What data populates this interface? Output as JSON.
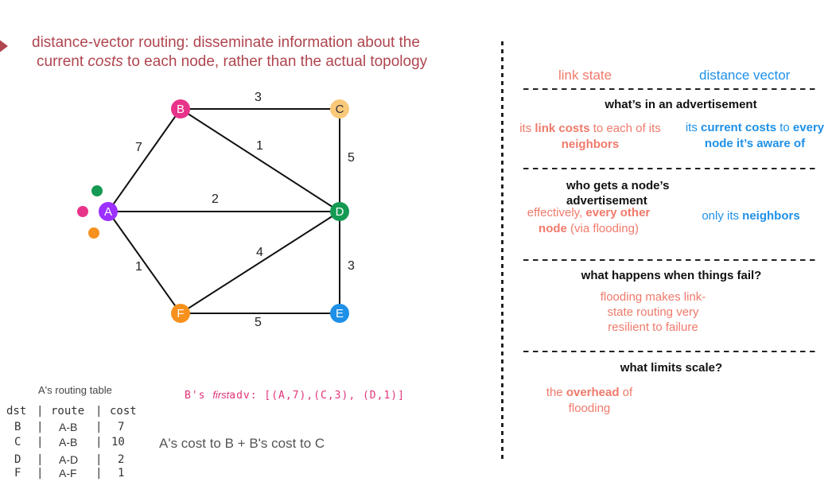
{
  "title": {
    "line1": "distance-vector routing: disseminate information about the",
    "line2_pre": "current ",
    "line2_em": "costs",
    "line2_post": " to each node, rather than the actual topology"
  },
  "graph": {
    "nodes": [
      {
        "id": "A",
        "color": "#9b30ff",
        "label_color": "#ffffff"
      },
      {
        "id": "B",
        "color": "#e8338a",
        "label_color": "#ffffff"
      },
      {
        "id": "C",
        "color": "#f9c97a",
        "label_color": "#333333"
      },
      {
        "id": "D",
        "color": "#149a52",
        "label_color": "#ffffff"
      },
      {
        "id": "E",
        "color": "#1e90e8",
        "label_color": "#ffffff"
      },
      {
        "id": "F",
        "color": "#f7911e",
        "label_color": "#ffffff"
      }
    ],
    "edges": [
      {
        "from": "A",
        "to": "B",
        "cost": "7"
      },
      {
        "from": "B",
        "to": "C",
        "cost": "3"
      },
      {
        "from": "B",
        "to": "D",
        "cost": "1"
      },
      {
        "from": "C",
        "to": "D",
        "cost": "5"
      },
      {
        "from": "A",
        "to": "D",
        "cost": "2"
      },
      {
        "from": "A",
        "to": "F",
        "cost": "1"
      },
      {
        "from": "F",
        "to": "D",
        "cost": "4"
      },
      {
        "from": "D",
        "to": "E",
        "cost": "3"
      },
      {
        "from": "F",
        "to": "E",
        "cost": "5"
      }
    ],
    "decor_dot_colors": [
      "#149a52",
      "#e8338a",
      "#f7911e"
    ]
  },
  "routing_table": {
    "title": "A's routing table",
    "headers": [
      "dst",
      "route",
      "cost"
    ],
    "rows": [
      [
        "B",
        "A-B",
        "7"
      ],
      [
        "C",
        "A-B",
        "10"
      ],
      [
        "D",
        "A-D",
        "2"
      ],
      [
        "F",
        "A-F",
        "1"
      ]
    ]
  },
  "advertisement": {
    "prefix": "B's ",
    "italic": "first",
    "mid": "adv: ",
    "entries": "[(A,7),(C,3), (D,1)]"
  },
  "cost_note": "A's cost to B + B's cost to C",
  "comparison": {
    "header_link_state": "link state",
    "header_distance_vector": "distance vector",
    "q1": {
      "question": "what’s in an advertisement",
      "ls_pre": "its ",
      "ls_b1": "link costs",
      "ls_mid": " to each of its ",
      "ls_b2": "neighbors",
      "dv_pre": "its ",
      "dv_b1": "current costs",
      "dv_mid": " to ",
      "dv_b2": "every node it’s aware of"
    },
    "q2": {
      "question": "who gets a node’s advertisement",
      "ls_pre": "effectively, ",
      "ls_b1": "every other node",
      "ls_post": " (via flooding)",
      "dv_pre": "only its ",
      "dv_b1": "neighbors"
    },
    "q3": {
      "question": "what happens when things fail?",
      "ls_text": "flooding makes link-state routing very resilient to failure"
    },
    "q4": {
      "question": "what limits scale?",
      "ls_pre": "the ",
      "ls_b1": "overhead",
      "ls_post": " of flooding"
    }
  }
}
